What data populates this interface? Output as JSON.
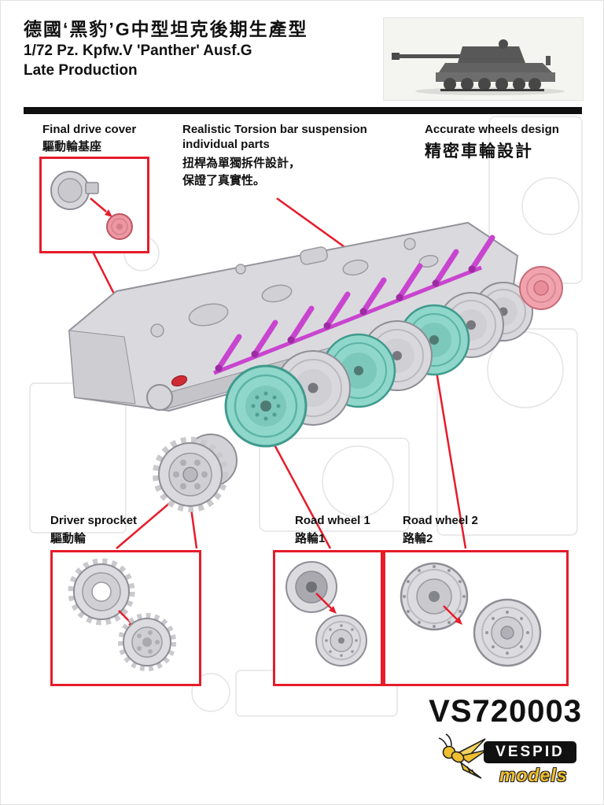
{
  "header": {
    "title_zh": "德國‘黑豹’G中型坦克後期生產型",
    "title_en1": "1/72 Pz. Kpfw.V 'Panther' Ausf.G",
    "title_en2": "Late Production"
  },
  "callouts": {
    "final_drive": {
      "en": "Final drive cover",
      "zh": "驅動輪基座"
    },
    "torsion": {
      "en1": "Realistic Torsion bar suspension",
      "en2": "individual parts",
      "zh1": "扭桿為單獨拆件設計，",
      "zh2": "保證了真實性。"
    },
    "wheels": {
      "en": "Accurate wheels design",
      "zh": "精密車輪設計"
    },
    "driver_sprocket": {
      "en": "Driver sprocket",
      "zh": "驅動輪"
    },
    "road_wheel_1": {
      "en": "Road wheel 1",
      "zh": "路輪1"
    },
    "road_wheel_2": {
      "en": "Road wheel 2",
      "zh": "路輪2"
    }
  },
  "footer": {
    "sku": "VS720003",
    "brand": "VESPID",
    "brand_sub": "models"
  },
  "colors": {
    "accent_red": "#e61c2b",
    "torsion_purple": "#c945cf",
    "wheel_teal": "#8fd7ca",
    "part_pink": "#f0a3ad",
    "brand_yellow": "#f0bf2e"
  },
  "icons": {
    "wasp": "vespid-wasp-icon"
  }
}
